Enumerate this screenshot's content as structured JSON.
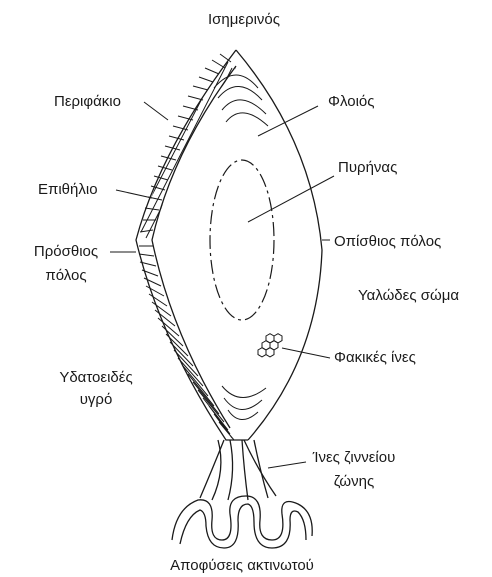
{
  "labels": {
    "equator": "Ισημερινός",
    "capsule": "Περιφάκιο",
    "cortex": "Φλοιός",
    "nucleus": "Πυρήνας",
    "epithelium": "Επιθήλιο",
    "anterior_pole_line1": "Πρόσθιος",
    "anterior_pole_line2": "πόλος",
    "posterior_pole": "Οπίσθιος πόλος",
    "vitreous_body": "Υαλώδες σώμα",
    "lens_fibers": "Φακικές ίνες",
    "aqueous_humor_line1": "Υδατοειδές",
    "aqueous_humor_line2": "υγρό",
    "zonular_fibers_line1": "Ίνες ζιννείου",
    "zonular_fibers_line2": "ζώνης",
    "ciliary_processes": "Αποφύσεις ακτινωτού"
  },
  "colors": {
    "ink": "#1a1a1a",
    "background": "#ffffff"
  }
}
